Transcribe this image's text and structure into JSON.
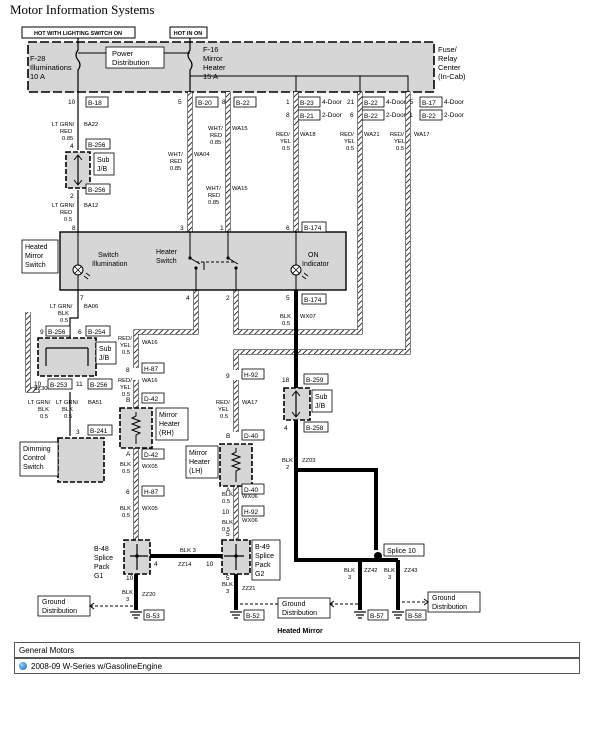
{
  "page": {
    "title": "Motor Information Systems"
  },
  "diagram": {
    "caption": "Heated Mirror",
    "banners": {
      "hot_lighting": "HOT WITH LIGHTING SWITCH ON",
      "hot_in_on": "HOT IN ON"
    },
    "fuse_block": {
      "f28": [
        "F-28",
        "Illuminations",
        "10 A"
      ],
      "power_dist": [
        "Power",
        "Distribution"
      ],
      "f16": [
        "F-16",
        "Mirror",
        "Heater",
        "15 A"
      ],
      "label": [
        "Fuse/",
        "Relay",
        "Center",
        "(In-Cab)"
      ]
    },
    "connectors": {
      "b18": "B-18",
      "b20": "B-20",
      "b22a": "B-22",
      "b23": "B-23",
      "b21": "B-21",
      "b22b": "B-22",
      "b22c": "B-22",
      "b17": "B-17",
      "b22d": "B-22",
      "b256a": "B-256",
      "b256b": "B-256",
      "b174a": "B-174",
      "b174b": "B-174",
      "b256c": "B-256",
      "b254": "B-254",
      "b253": "B-253",
      "b256d": "B-256",
      "b241": "B-241",
      "h87a": "H-87",
      "d42a": "D-42",
      "d42b": "D-42",
      "h87b": "H-87",
      "h92a": "H-92",
      "d40a": "D-40",
      "d40b": "D-40",
      "h92b": "H-92",
      "b259": "B-259",
      "b258": "B-258",
      "b53": "B-53",
      "b52": "B-52",
      "b57": "B-57",
      "b58": "B-58"
    },
    "door_labels": {
      "d4a": "4-Door",
      "d2a": "2-Door",
      "d4b": "4-Door",
      "d2b": "2-Door",
      "d4c": "4-Door",
      "d2c": "2-Door"
    },
    "pins": {
      "p10": "10",
      "p5": "5",
      "p8": "8",
      "p1": "1",
      "p21": "21",
      "p6": "6",
      "p15": "15",
      "p11": "11",
      "s4": "4",
      "s2": "2",
      "s8": "8",
      "s3": "3",
      "s1": "1",
      "s6": "6",
      "s7": "7",
      "b4": "4",
      "b2": "2",
      "b5": "5",
      "j9": "9",
      "j6": "6",
      "j10": "10",
      "j11": "11",
      "j3": "3",
      "m8": "8",
      "mb": "B",
      "ma": "A",
      "m6": "6",
      "m7": "7",
      "l9": "9",
      "lb": "B",
      "la": "A",
      "l10": "10",
      "g4": "4",
      "g5": "5",
      "g10": "10",
      "g10b": "10",
      "g5b": "5",
      "r18": "18",
      "r4": "4",
      "c3": "3"
    },
    "wires": {
      "w1": [
        "LT GRN/",
        "RED",
        "0.85"
      ],
      "w1c": "BA22",
      "w2": [
        "WHT/",
        "RED",
        "0.85"
      ],
      "w2c": "WA04",
      "w3": [
        "WHT/",
        "RED",
        "0.85"
      ],
      "w3c": "WA15",
      "w4": [
        "RED/",
        "YEL",
        "0.5"
      ],
      "w4c": "WA18",
      "w5": [
        "RED/",
        "YEL",
        "0.5"
      ],
      "w5c": "WA21",
      "w6": [
        "RED/",
        "YEL",
        "0.5"
      ],
      "w6c": "WA17",
      "w7": [
        "LT GRN/",
        "RED",
        "0.5"
      ],
      "w7c": "BA12",
      "w8": [
        "WHT/",
        "RED",
        "0.85"
      ],
      "w8c": "WA15",
      "w9": [
        "LT GRN/",
        "BLK",
        "0.5"
      ],
      "w9c": "BA06",
      "w10": [
        "BLK",
        "0.5"
      ],
      "w10c": "WX07",
      "w11": [
        "RED/",
        "YEL",
        "0.5"
      ],
      "w11c": "WA16",
      "w12": [
        "RED/",
        "YEL",
        "0.5"
      ],
      "w12c": "WA16",
      "w13": [
        "LT GRN/",
        "BLK",
        "0.5"
      ],
      "w14": [
        "LT GRN/",
        "BLK",
        "0.5"
      ],
      "w14c": "BA51",
      "w13c": "ZZ30",
      "w15": [
        "RED/",
        "YEL",
        "0.5"
      ],
      "w15c": "WA17",
      "w16": [
        "BLK",
        "0.5"
      ],
      "w16c": "WX05",
      "w17": [
        "BLK",
        "0.5"
      ],
      "w17c": "WX05",
      "w18": [
        "BLK",
        "0.5"
      ],
      "w18c": "WX06",
      "w19": [
        "BLK",
        "0.5"
      ],
      "w19c": "WX06",
      "w20": [
        "BLK",
        "2"
      ],
      "w20c": "ZZ03",
      "w21": [
        "BLK 3"
      ],
      "w21c": "ZZ14",
      "w22": [
        "BLK",
        "3"
      ],
      "w22c": "ZZ20",
      "w23": [
        "BLK",
        "3"
      ],
      "w23c": "ZZ21",
      "w24": [
        "BLK",
        "3"
      ],
      "w24c": "ZZ42",
      "w25": [
        "BLK",
        "3"
      ],
      "w25c": "ZZ43"
    },
    "components": {
      "sub_jb_top": [
        "Sub",
        "J/B"
      ],
      "heated_mirror_switch": [
        "Heated",
        "Mirror",
        "Switch"
      ],
      "switch_illum": [
        "Switch",
        "Illumination"
      ],
      "heater_switch": [
        "Heater",
        "Switch"
      ],
      "on_indicator": [
        "ON",
        "Indicator"
      ],
      "sub_jb_left": [
        "Sub",
        "J/B"
      ],
      "dimming": [
        "Dimming",
        "Control",
        "Switch"
      ],
      "mirror_rh": [
        "Mirror",
        "Heater",
        "(RH)"
      ],
      "mirror_lh": [
        "Mirror",
        "Heater",
        "(LH)"
      ],
      "sub_jb_right": [
        "Sub",
        "J/B"
      ],
      "splice_g1": [
        "B-48",
        "Splice",
        "Pack",
        "G1"
      ],
      "splice_g2": [
        "B-49",
        "Splice",
        "Pack",
        "G2"
      ],
      "splice10": "Splice 10",
      "ground1": [
        "Ground",
        "Distribution"
      ],
      "ground2": [
        "Ground",
        "Distribution"
      ],
      "ground3": [
        "Ground",
        "Distribution"
      ]
    }
  },
  "footer": {
    "make": "General Motors",
    "model": "2008-09 W-Series w/GasolineEngine"
  }
}
